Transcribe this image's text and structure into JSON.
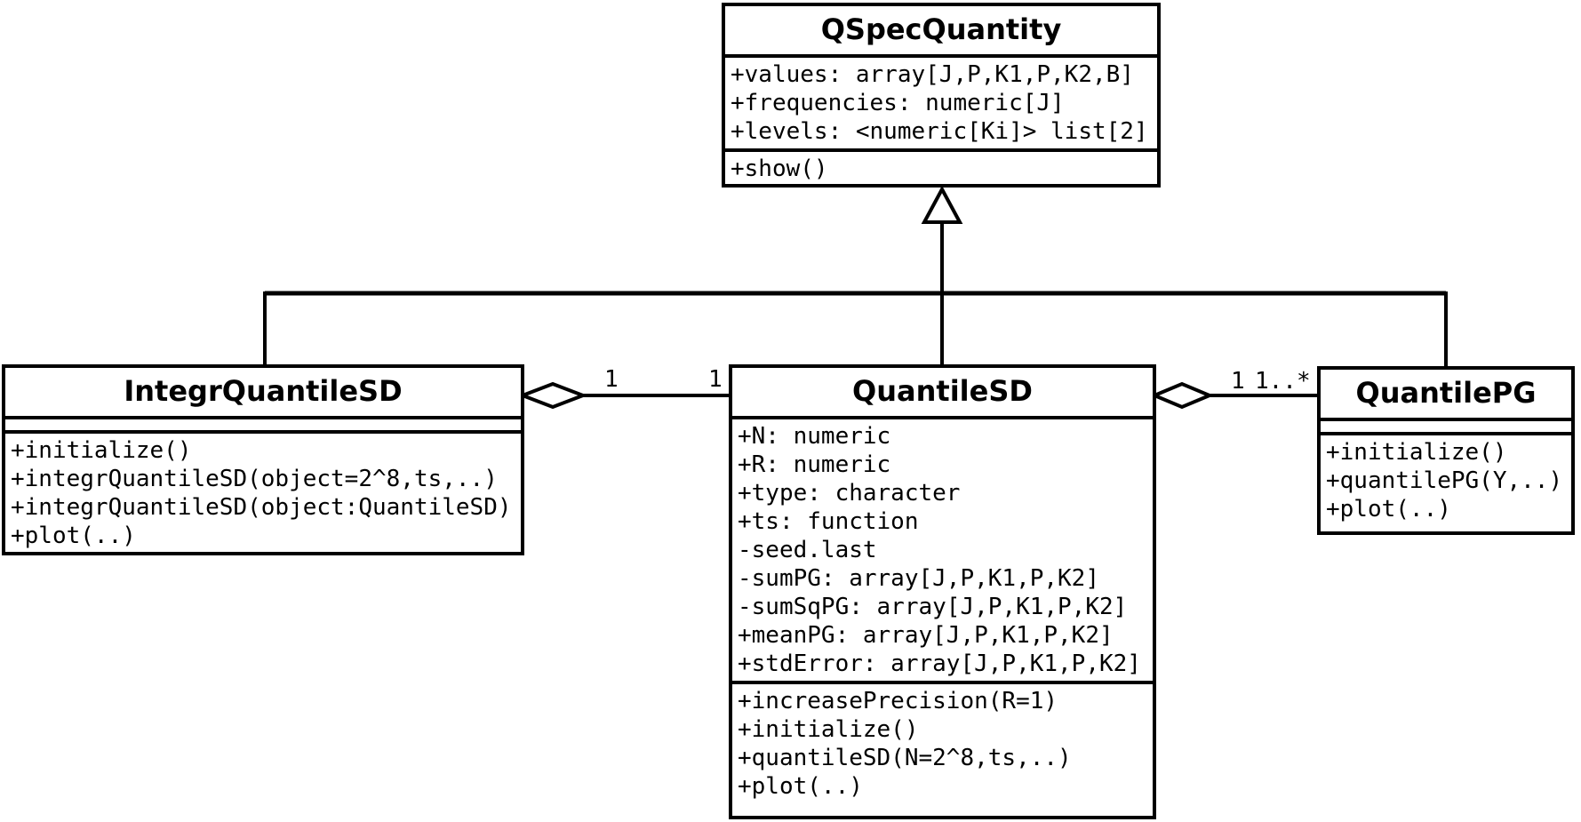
{
  "diagram": {
    "kind": "uml-class-diagram",
    "background_color": "#ffffff",
    "line_color": "#000000"
  },
  "classes": {
    "qspec_quantity": {
      "name": "QSpecQuantity",
      "attributes": [
        "+values: array[J,P,K1,P,K2,B]",
        "+frequencies: numeric[J]",
        "+levels: <numeric[Ki]> list[2]"
      ],
      "methods": [
        "+show()"
      ]
    },
    "integr_quantile_sd": {
      "name": "IntegrQuantileSD",
      "attributes": [],
      "methods": [
        "+initialize()",
        "+integrQuantileSD(object=2^8,ts,..)",
        "+integrQuantileSD(object:QuantileSD)",
        "+plot(..)"
      ]
    },
    "quantile_sd": {
      "name": "QuantileSD",
      "attributes": [
        "+N: numeric",
        "+R: numeric",
        "+type: character",
        "+ts: function",
        "-seed.last",
        "-sumPG: array[J,P,K1,P,K2]",
        "-sumSqPG: array[J,P,K1,P,K2]",
        "+meanPG: array[J,P,K1,P,K2]",
        "+stdError: array[J,P,K1,P,K2]"
      ],
      "methods": [
        "+increasePrecision(R=1)",
        "+initialize()",
        "+quantileSD(N=2^8,ts,..)",
        "+plot(..)"
      ]
    },
    "quantile_pg": {
      "name": "QuantilePG",
      "attributes": [],
      "methods": [
        "+initialize()",
        "+quantilePG(Y,..)",
        "+plot(..)"
      ]
    }
  },
  "relationships": {
    "generalization": {
      "type": "generalization",
      "parent": "QSpecQuantity",
      "children": [
        "IntegrQuantileSD",
        "QuantileSD",
        "QuantilePG"
      ]
    },
    "aggregation_left": {
      "type": "aggregation",
      "whole": "IntegrQuantileSD",
      "part": "QuantileSD",
      "whole_multiplicity": "1",
      "part_multiplicity": "1"
    },
    "aggregation_right": {
      "type": "aggregation",
      "whole": "QuantileSD",
      "part": "QuantilePG",
      "whole_multiplicity": "1",
      "part_multiplicity": "1..*"
    }
  }
}
